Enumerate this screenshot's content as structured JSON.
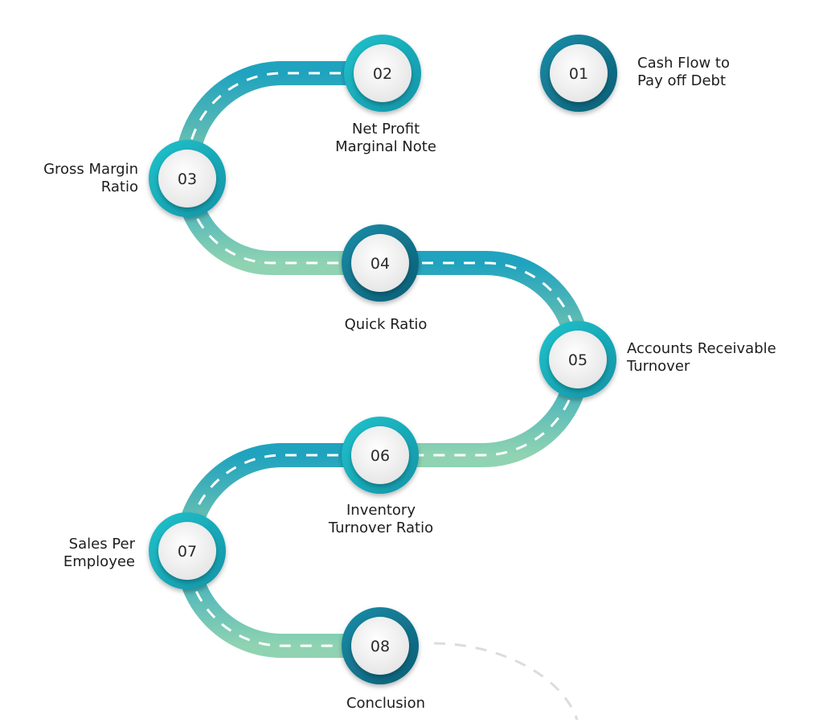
{
  "colors": {
    "road_blue": "#1fa3bf",
    "road_green": "#8fd3b2",
    "ring_dark": "#0e6e86",
    "ring_teal": "#17b3c2",
    "node_face": "#f4f4f4",
    "dash": "#ffffff"
  },
  "steps": [
    {
      "number": "01",
      "label_lines": [
        "Cash Flow to",
        "Pay off Debt"
      ]
    },
    {
      "number": "02",
      "label_lines": [
        "Net Profit",
        "Marginal Note"
      ]
    },
    {
      "number": "03",
      "label_lines": [
        "Gross Margin",
        "Ratio"
      ]
    },
    {
      "number": "04",
      "label_lines": [
        "Quick Ratio"
      ]
    },
    {
      "number": "05",
      "label_lines": [
        "Accounts Receivable",
        "Turnover"
      ]
    },
    {
      "number": "06",
      "label_lines": [
        "Inventory",
        "Turnover Ratio"
      ]
    },
    {
      "number": "07",
      "label_lines": [
        "Sales Per",
        "Employee"
      ]
    },
    {
      "number": "08",
      "label_lines": [
        "Conclusion"
      ]
    }
  ]
}
